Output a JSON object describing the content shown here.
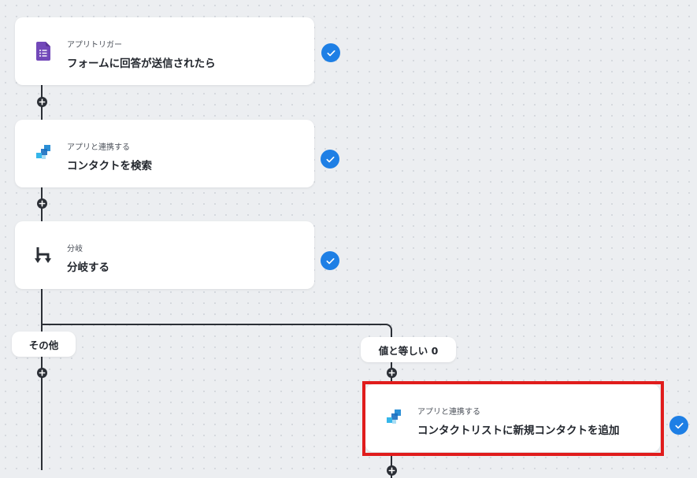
{
  "steps": [
    {
      "category": "アプリトリガー",
      "title": "フォームに回答が送信されたら",
      "icon": "google-forms-icon",
      "status": "completed"
    },
    {
      "category": "アプリと連携する",
      "title": "コンタクトを検索",
      "icon": "app-logo-icon",
      "status": "completed"
    },
    {
      "category": "分岐",
      "title": "分岐する",
      "icon": "branch-icon",
      "status": "completed"
    },
    {
      "category": "アプリと連携する",
      "title": "コンタクトリストに新規コンタクトを追加",
      "icon": "app-logo-icon",
      "status": "completed"
    }
  ],
  "branches": {
    "left_label": "その他",
    "right_label": "値と等しい 0"
  },
  "colors": {
    "accent": "#1e7fe5",
    "highlight": "#e01c1c",
    "forms_purple": "#7248b9",
    "line": "#2b2f36",
    "canvas": "#eceef1"
  }
}
